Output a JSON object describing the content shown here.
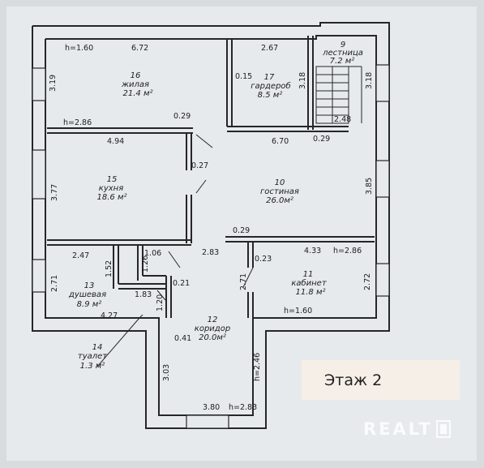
{
  "floor_label": "Этаж 2",
  "watermark": "REALT",
  "colors": {
    "wall": "#262626",
    "paper": "#e6eaed",
    "badge": "#f6efe8"
  },
  "rooms": [
    {
      "num": "16",
      "name": "жилая",
      "area": "21.4 м²"
    },
    {
      "num": "17",
      "name": "гардероб",
      "area": "8.5 м²"
    },
    {
      "num": "9",
      "name": "лестница",
      "area": "7.2 м²"
    },
    {
      "num": "15",
      "name": "кухня",
      "area": "18.6 м²"
    },
    {
      "num": "10",
      "name": "гостиная",
      "area": "26.0м²"
    },
    {
      "num": "13",
      "name": "душевая",
      "area": "8.9 м²"
    },
    {
      "num": "11",
      "name": "кабинет",
      "area": "11.8 м²"
    },
    {
      "num": "12",
      "name": "коридор",
      "area": "20.0м²"
    },
    {
      "num": "14",
      "name": "туалет",
      "area": "1.3 м²"
    }
  ],
  "dims": [
    "h=1.60",
    "6.72",
    "2.67",
    "3.19",
    "0.15",
    "3.18",
    "3.18",
    "2.48",
    "h=2.86",
    "0.29",
    "4.94",
    "6.70",
    "0.29",
    "0.27",
    "3.77",
    "3.85",
    "0.29",
    "2.83",
    "2.47",
    "1.06",
    "4.33",
    "h=2.86",
    "1.52",
    "1.26",
    "0.23",
    "2.71",
    "0.21",
    "1.83",
    "2.71",
    "2.72",
    "1.20",
    "4.27",
    "h=1.60",
    "0.41",
    "3.03",
    "h=2.46",
    "3.80",
    "h=2.83"
  ]
}
